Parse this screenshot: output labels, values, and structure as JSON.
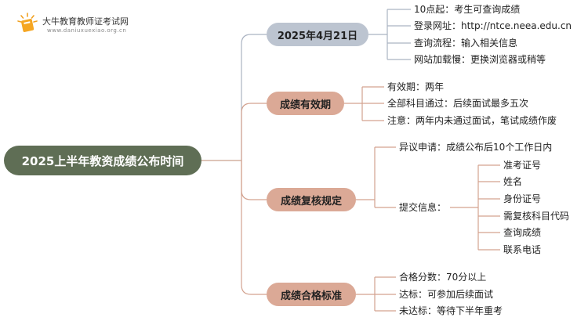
{
  "brand": {
    "name": "大牛教育教师证考试网",
    "url": "www.daniuxuexiao.org.cn"
  },
  "root": "2025上半年教资成绩公布时间",
  "branches": [
    {
      "label": "2025年4月21日",
      "leaves": [
        "10点起：考生可查询成绩",
        "登录网址：http://ntce.neea.edu.cn",
        "查询流程：输入相关信息",
        "网站加载慢：更换浏览器或稍等"
      ]
    },
    {
      "label": "成绩有效期",
      "leaves": [
        "有效期：两年",
        "全部科目通过：后续面试最多五次",
        "注意：两年内未通过面试，笔试成绩作废"
      ]
    },
    {
      "label": "成绩复核规定",
      "leaves": [
        "异议申请：成绩公布后10个工作日内",
        "提交信息："
      ],
      "sub_leaves": [
        "准考证号",
        "姓名",
        "身份证号",
        "需复核科目代码",
        "查询成绩",
        "联系电话"
      ]
    },
    {
      "label": "成绩合格标准",
      "leaves": [
        "合格分数：70分以上",
        "达标：可参加后续面试",
        "未达标：等待下半年重考"
      ]
    }
  ]
}
